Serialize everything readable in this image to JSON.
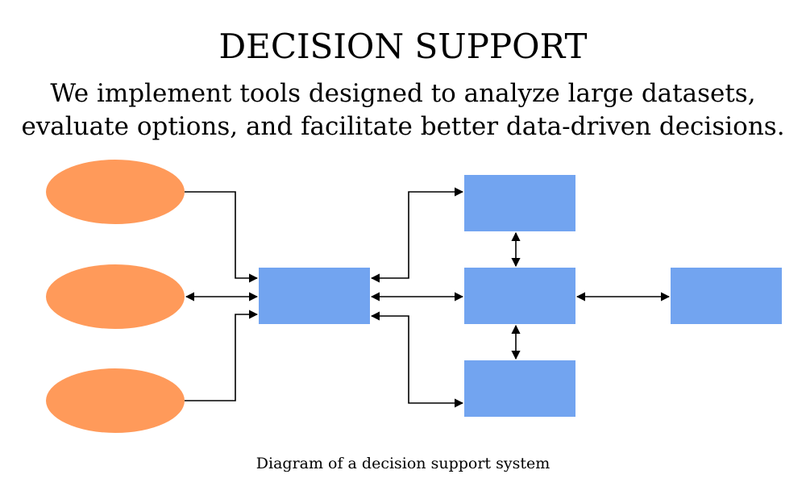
{
  "header": {
    "title": "DECISION SUPPORT",
    "subtitle_line1": "We implement tools designed to analyze large datasets,",
    "subtitle_line2": "evaluate options, and facilitate better data-driven decisions."
  },
  "diagram": {
    "ellipse_color": "#FF9A5A",
    "box_color": "#72A4F0",
    "connector_color": "#000000",
    "caption": "Diagram of a decision support system"
  }
}
